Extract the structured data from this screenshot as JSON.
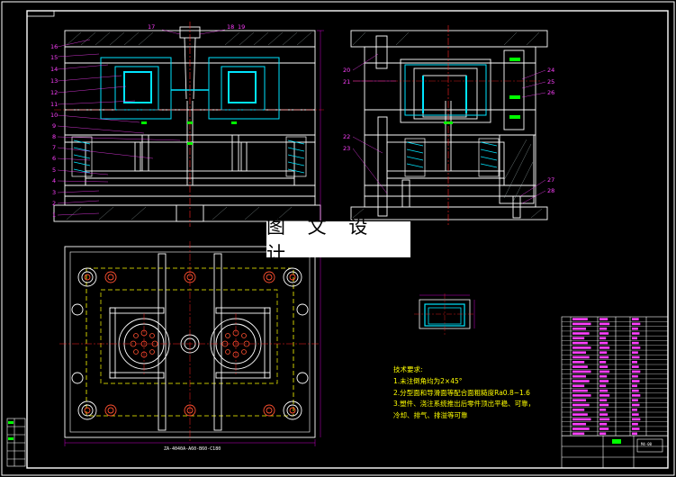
{
  "watermark": "图 文 设 计",
  "notes": {
    "heading": "技术要求:",
    "items": [
      "1.未注倒角均为2×45°",
      "2.分型面和导滑面等配合面粗糙度Ra0.8~1.6",
      "3.塑件、浇注系统推出后零件顶出平稳、可靠，",
      "冷却、排气、排溢等可靠"
    ]
  },
  "bottom_caption": "ZA-4040A-A60-B60-C180",
  "part_numbers_left": [
    "16",
    "15",
    "14",
    "13",
    "12",
    "11",
    "10",
    "9",
    "8",
    "7",
    "6",
    "5",
    "4",
    "3",
    "2",
    "1"
  ],
  "part_numbers_top": [
    "17",
    "18",
    "19"
  ],
  "part_numbers_right_view": [
    "20",
    "21",
    "22",
    "23",
    "24",
    "25",
    "26",
    "27",
    "28"
  ],
  "title_block": {
    "label": "M4-00"
  },
  "colors": {
    "background": "#000000",
    "frame": "#ffffff",
    "geometry": "#ffffff",
    "cavity": "#00e5ff",
    "centerline": "#ff2020",
    "dimension": "#ff00ff",
    "hidden": "#ffff00",
    "leader": "#ff40ff",
    "ejector": "#00ff00"
  }
}
